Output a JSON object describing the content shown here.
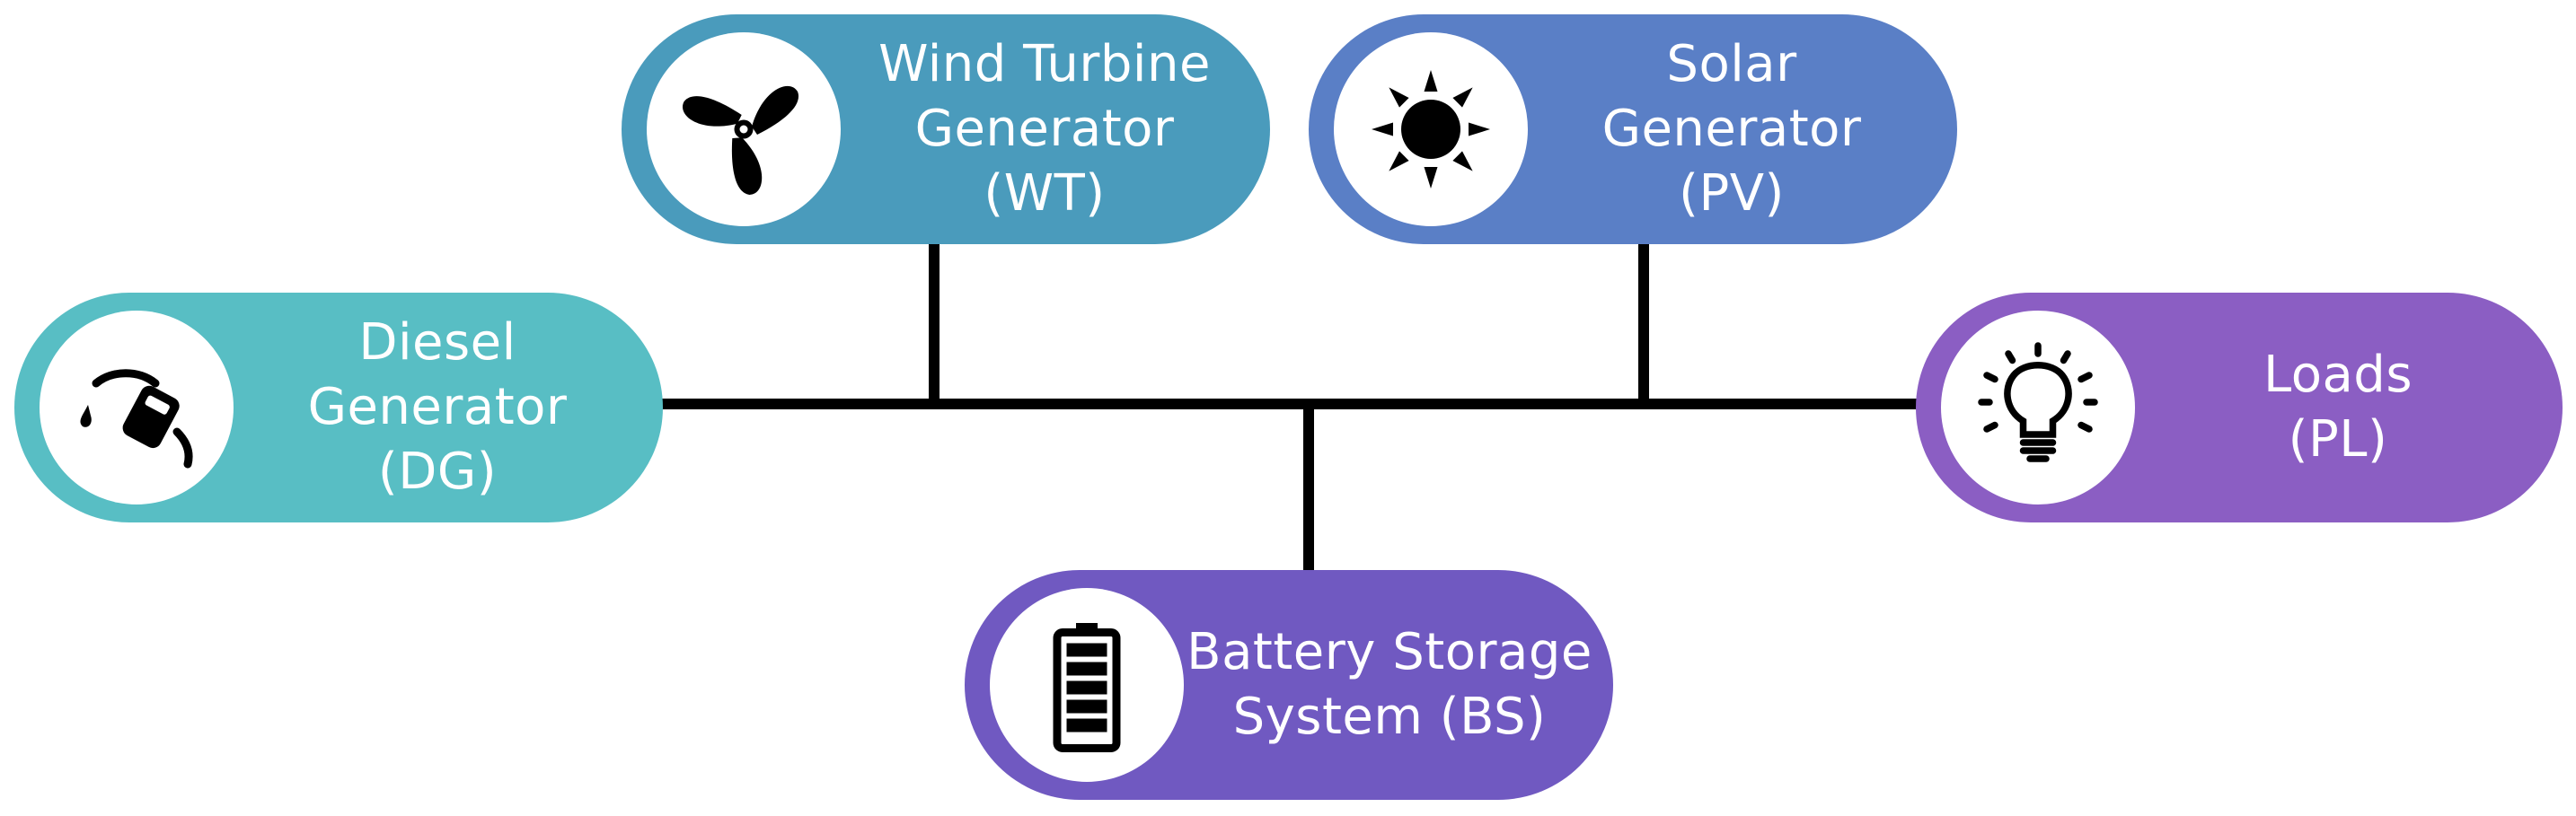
{
  "diagram": {
    "nodes": [
      {
        "id": "wt",
        "lines": [
          "Wind Turbine",
          "Generator",
          "(WT)"
        ],
        "color": "#4a9bbc",
        "icon": "fan-icon"
      },
      {
        "id": "pv",
        "lines": [
          "Solar",
          "Generator",
          "(PV)"
        ],
        "color": "#5a7fc6",
        "icon": "sun-icon"
      },
      {
        "id": "dg",
        "lines": [
          "Diesel",
          "Generator",
          "(DG)"
        ],
        "color": "#58bec4",
        "icon": "fuel-nozzle-icon"
      },
      {
        "id": "pl",
        "lines": [
          "Loads",
          "(PL)"
        ],
        "color": "#8b5ec3",
        "icon": "lightbulb-icon"
      },
      {
        "id": "bs",
        "lines": [
          "Battery Storage",
          "System (BS)"
        ],
        "color": "#7059c1",
        "icon": "battery-icon"
      }
    ],
    "bus_color": "#000000"
  }
}
